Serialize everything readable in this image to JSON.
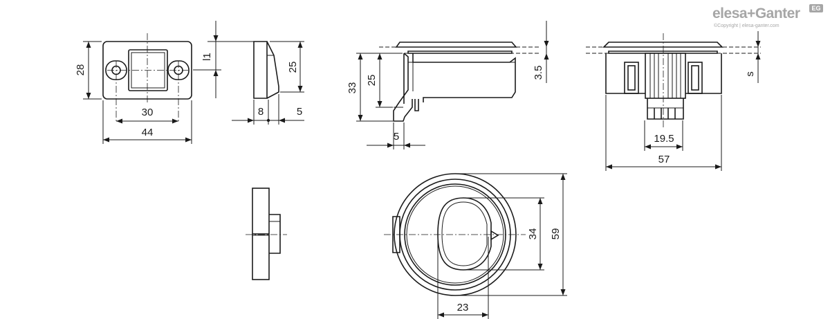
{
  "logo": {
    "brand": "elesa+Ganter",
    "badge": "EG",
    "copyright": "©Copyright | elesa-ganter.com"
  },
  "dimensions": {
    "front_height": "28",
    "front_inner_width": "30",
    "front_total_width": "44",
    "side_l1": "l1",
    "side_height": "25",
    "side_depth_8": "8",
    "side_depth_5": "5",
    "section_33": "33",
    "section_25": "25",
    "section_5": "5",
    "section_3_5": "3.5",
    "end_s": "s",
    "end_19_5": "19.5",
    "end_57": "57",
    "round_34": "34",
    "round_59": "59",
    "round_23": "23"
  }
}
